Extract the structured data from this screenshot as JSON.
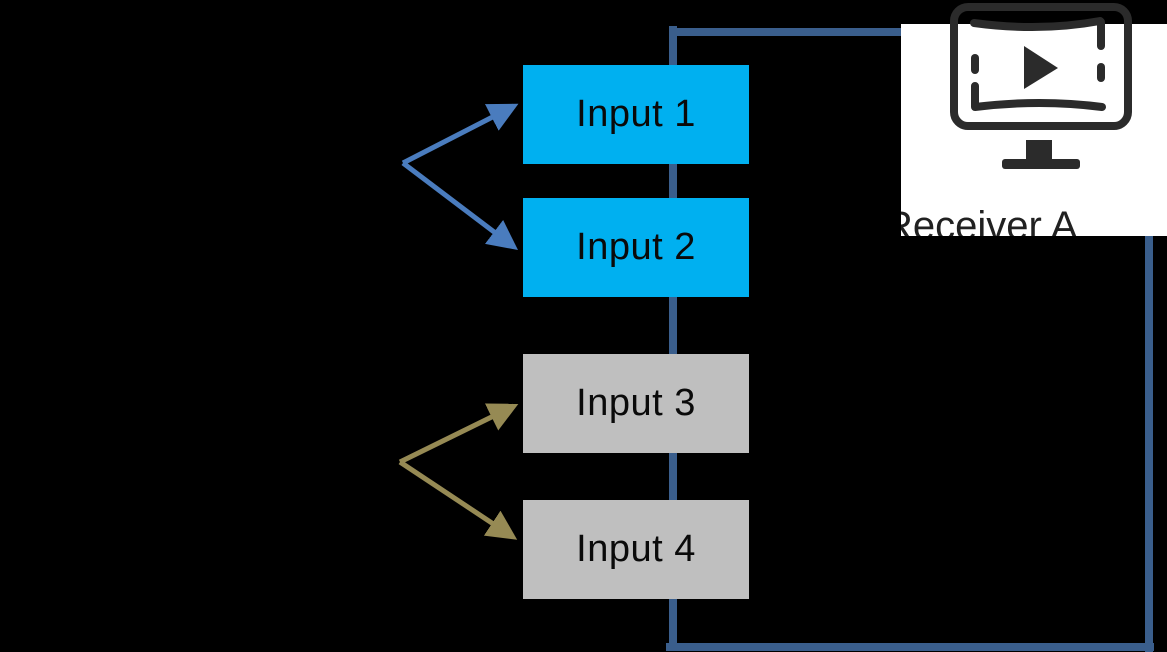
{
  "diagram": {
    "kind": "video-input-fanout-diagram",
    "background": "#000000"
  },
  "inputs": [
    {
      "label": "Input 1",
      "state": "active",
      "color": "#00B0F0"
    },
    {
      "label": "Input 2",
      "state": "active",
      "color": "#00B0F0"
    },
    {
      "label": "Input 3",
      "state": "inactive",
      "color": "#BFBFBF"
    },
    {
      "label": "Input 4",
      "state": "inactive",
      "color": "#BFBFBF"
    }
  ],
  "receiver": {
    "label": "Receiver A",
    "icon": "video-monitor-play-icon",
    "background": "#FFFFFF"
  },
  "colors": {
    "connector_line": "#3A5E8C",
    "arrow_blue": "#4A7CBE",
    "arrow_olive": "#968A54",
    "input_active": "#00B0F0",
    "input_inactive": "#BFBFBF",
    "icon_dark": "#2B2B2B",
    "box_label_text": "#0A0A0A",
    "receiver_label_text": "#212121"
  }
}
